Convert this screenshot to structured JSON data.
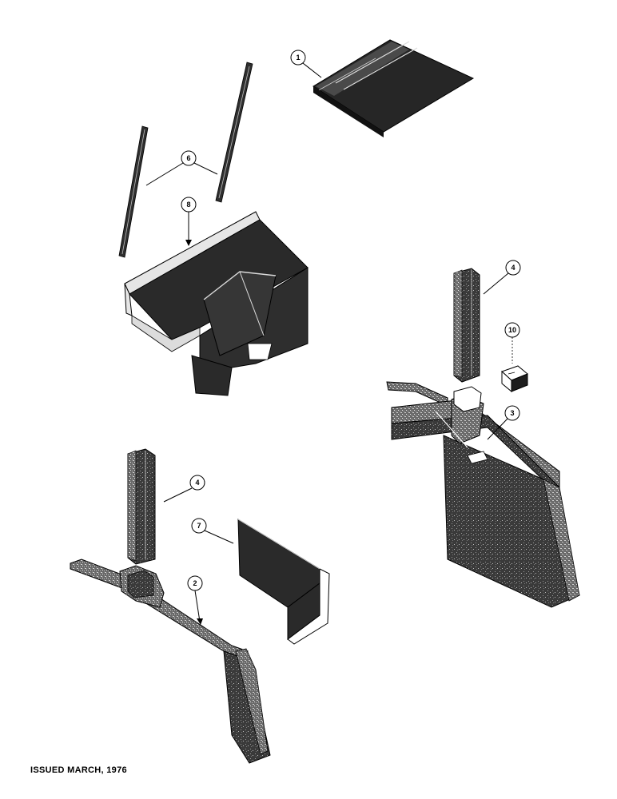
{
  "callouts": {
    "c1": "1",
    "c6": "6",
    "c8": "8",
    "c4a": "4",
    "c10": "10",
    "c3": "3",
    "c4b": "4",
    "c7": "7",
    "c2": "2"
  },
  "footer": {
    "issued": "ISSUED MARCH, 1976"
  },
  "colors": {
    "ink": "#000000",
    "panel_dark": "#2b2b2b",
    "panel_mid": "#555555",
    "panel_light": "#e9e9e9"
  }
}
